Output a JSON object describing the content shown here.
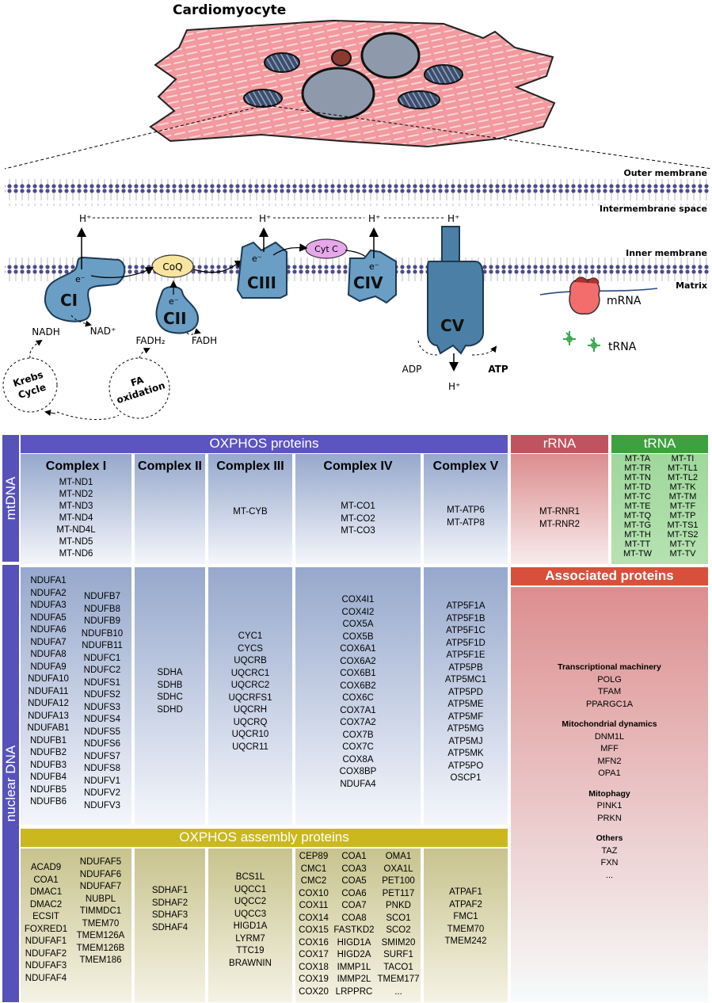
{
  "cell": {
    "title": "Cardiomyocyte"
  },
  "membranes": {
    "outer": "Outer membrane",
    "intermembrane": "Intermembrane space",
    "inner": "Inner membrane",
    "matrix": "Matrix"
  },
  "complexes": {
    "ci": "CI",
    "cii": "CII",
    "ciii": "CIII",
    "civ": "CIV",
    "cv": "CV",
    "coq": "CoQ",
    "cytc": "Cyt C",
    "electron": "e⁻",
    "proton": "H⁺"
  },
  "metabolites": {
    "nadh": "NADH",
    "nad": "NAD⁺",
    "fadh2": "FADH₂",
    "fadh": "FADH",
    "adp": "ADP",
    "atp": "ATP",
    "krebs_1": "Krebs",
    "krebs_2": "Cycle",
    "fa_1": "FA",
    "fa_2": "oxidation",
    "mrna": "mRNA",
    "trna": "tRNA"
  },
  "table": {
    "oxphos_header": "OXPHOS proteins",
    "rrna_header": "rRNA",
    "trna_header": "tRNA",
    "assembly_header": "OXPHOS assembly proteins",
    "associated_header": "Associated proteins",
    "row_mtdna": "mtDNA",
    "row_nuclear": "nuclear DNA",
    "col_titles": [
      "Complex I",
      "Complex II",
      "Complex III",
      "Complex IV",
      "Complex V"
    ],
    "mt": {
      "c1": [
        "MT-ND1",
        "MT-ND2",
        "MT-ND3",
        "MT-ND4",
        "MT-ND4L",
        "MT-ND5",
        "MT-ND6"
      ],
      "c2": [],
      "c3": [
        "MT-CYB"
      ],
      "c4": [
        "MT-CO1",
        "MT-CO2",
        "MT-CO3"
      ],
      "c5": [
        "MT-ATP6",
        "MT-ATP8"
      ],
      "rrna": [
        "MT-RNR1",
        "MT-RNR2"
      ],
      "trna_a": [
        "MT-TA",
        "MT-TR",
        "MT-TN",
        "MT-TD",
        "MT-TC",
        "MT-TE",
        "MT-TQ",
        "MT-TG",
        "MT-TH",
        "MT-TT",
        "MT-TW"
      ],
      "trna_b": [
        "MT-TI",
        "MT-TL1",
        "MT-TL2",
        "MT-TK",
        "MT-TM",
        "MT-TF",
        "MT-TP",
        "MT-TS1",
        "MT-TS2",
        "MT-TY",
        "MT-TV"
      ]
    },
    "nuc": {
      "c1a": [
        "NDUFA1",
        "NDUFA2",
        "NDUFA3",
        "NDUFA5",
        "NDUFA6",
        "NDUFA7",
        "NDUFA8",
        "NDUFA9",
        "NDUFA10",
        "NDUFA11",
        "NDUFA12",
        "NDUFA13",
        "NDUFAB1",
        "NDUFB1",
        "NDUFB2",
        "NDUFB3",
        "NDUFB4",
        "NDUFB5",
        "NDUFB6"
      ],
      "c1b": [
        "NDUFB7",
        "NDUFB8",
        "NDUFB9",
        "NDUFB10",
        "NDUFB11",
        "NDUFC1",
        "NDUFC2",
        "NDUFS1",
        "NDUFS2",
        "NDUFS3",
        "NDUFS4",
        "NDUFS5",
        "NDUFS6",
        "NDUFS7",
        "NDUFS8",
        "NDUFV1",
        "NDUFV2",
        "NDUFV3"
      ],
      "c2": [
        "SDHA",
        "SDHB",
        "SDHC",
        "SDHD"
      ],
      "c3": [
        "CYC1",
        "CYCS",
        "UQCRB",
        "UQCRC1",
        "UQCRC2",
        "UQCRFS1",
        "UQCRH",
        "UQCRQ",
        "UQCR10",
        "UQCR11"
      ],
      "c4": [
        "COX4I1",
        "COX4I2",
        "COX5A",
        "COX5B",
        "COX6A1",
        "COX6A2",
        "COX6B1",
        "COX6B2",
        "COX6C",
        "COX7A1",
        "COX7A2",
        "COX7B",
        "COX7C",
        "COX8A",
        "COX8BP",
        "NDUFA4"
      ],
      "c5": [
        "ATP5F1A",
        "ATP5F1B",
        "ATP5F1C",
        "ATP5F1D",
        "ATP5F1E",
        "ATP5PB",
        "ATP5MC1",
        "ATP5PD",
        "ATP5ME",
        "ATP5MF",
        "ATP5MG",
        "ATP5MJ",
        "ATP5MK",
        "ATP5PO",
        "OSCP1"
      ]
    },
    "asm": {
      "c1a": [
        "ACAD9",
        "COA1",
        "DMAC1",
        "DMAC2",
        "ECSIT",
        "FOXRED1",
        "NDUFAF1",
        "NDUFAF2",
        "NDUFAF3",
        "NDUFAF4"
      ],
      "c1b": [
        "NDUFAF5",
        "NDUFAF6",
        "NDUFAF7",
        "NUBPL",
        "TIMMDC1",
        "TMEM70",
        "TMEM126A",
        "TMEM126B",
        "TMEM186"
      ],
      "c2": [
        "SDHAF1",
        "SDHAF2",
        "SDHAF3",
        "SDHAF4"
      ],
      "c3": [
        "BCS1L",
        "UQCC1",
        "UQCC2",
        "UQCC3",
        "HIGD1A",
        "LYRM7",
        "TTC19",
        "BRAWNIN"
      ],
      "c4a": [
        "CEP89",
        "CMC1",
        "CMC2",
        "COX10",
        "COX11",
        "COX14",
        "COX15",
        "COX16",
        "COX17",
        "COX18",
        "COX19",
        "COX20"
      ],
      "c4b": [
        "COA1",
        "COA3",
        "COA5",
        "COA6",
        "COA7",
        "COA8",
        "FASTKD2",
        "HIGD1A",
        "HIGD2A",
        "IMMP1L",
        "IMMP2L",
        "LRPPRC"
      ],
      "c4c": [
        "OMA1",
        "OXA1L",
        "PET100",
        "PET117",
        "PNKD",
        "SCO1",
        "SCO2",
        "SMIM20",
        "SURF1",
        "TACO1",
        "TMEM177",
        "..."
      ],
      "c5": [
        "ATPAF1",
        "ATPAF2",
        "FMC1",
        "TMEM70",
        "TMEM242"
      ]
    },
    "associated": [
      {
        "title": "Transcriptional machinery",
        "items": [
          "POLG",
          "TFAM",
          "PPARGC1A"
        ]
      },
      {
        "title": "Mitochondrial dynamics",
        "items": [
          "DNM1L",
          "MFF",
          "MFN2",
          "OPA1"
        ]
      },
      {
        "title": "Mitophagy",
        "items": [
          "PINK1",
          "PRKN"
        ]
      },
      {
        "title": "Others",
        "items": [
          "TAZ",
          "FXN",
          "..."
        ]
      }
    ]
  },
  "colors": {
    "oxphos": "#5c54c0",
    "rrna": "#c0545e",
    "trna": "#3ea140",
    "assembly": "#cbb81d",
    "associated": "#d8503c",
    "complex": "#6a9ec4",
    "coq": "#f8e59f",
    "cytc": "#e7a8eb",
    "cell": "#f29a9f",
    "atp_synthase": "#4b7fa5"
  }
}
